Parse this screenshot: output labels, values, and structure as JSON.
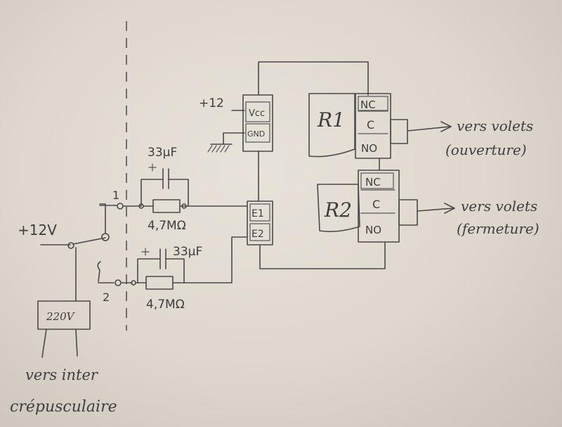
{
  "labels": {
    "plus12_left": "+12V",
    "plus12_module": "+12",
    "vcc": "Vcc",
    "gnd": "GND",
    "cap1": "33μF",
    "cap2": "33μF",
    "res1": "4,7MΩ",
    "res2": "4,7MΩ",
    "switch_pos1": "1",
    "switch_pos2": "2",
    "e1": "E1",
    "e2": "E2",
    "r1": "R1",
    "r2": "R2",
    "nc": "NC",
    "c": "C",
    "no": "NO",
    "box220": "220V",
    "out1_line1": "vers volets",
    "out1_line2": "(ouverture)",
    "out2_line1": "vers volets",
    "out2_line2": "(fermeture)",
    "bottom_line1": "vers inter",
    "bottom_line2": "crépusculaire"
  }
}
